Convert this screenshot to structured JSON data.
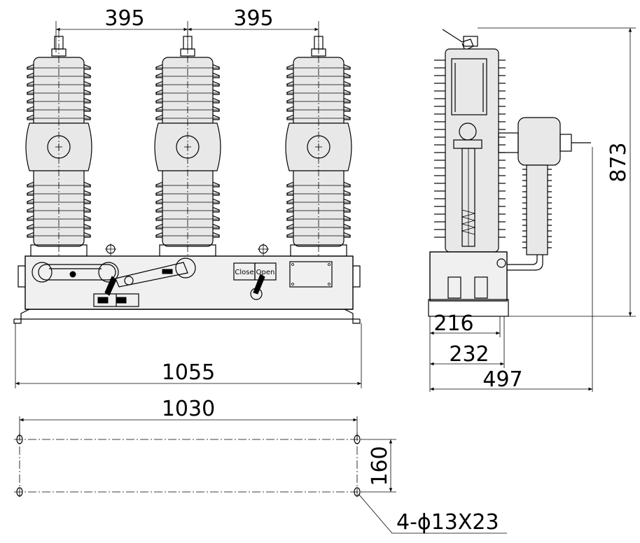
{
  "dimensions": {
    "pole_spacing_1": "395",
    "pole_spacing_2": "395",
    "overall_width": "1055",
    "mount_length": "1030",
    "mount_width": "160",
    "height": "873",
    "side_216": "216",
    "side_232": "232",
    "side_depth": "497",
    "holes": "4-ϕ13X23"
  },
  "panel": {
    "close_label": "Close",
    "open_label": "Open"
  }
}
